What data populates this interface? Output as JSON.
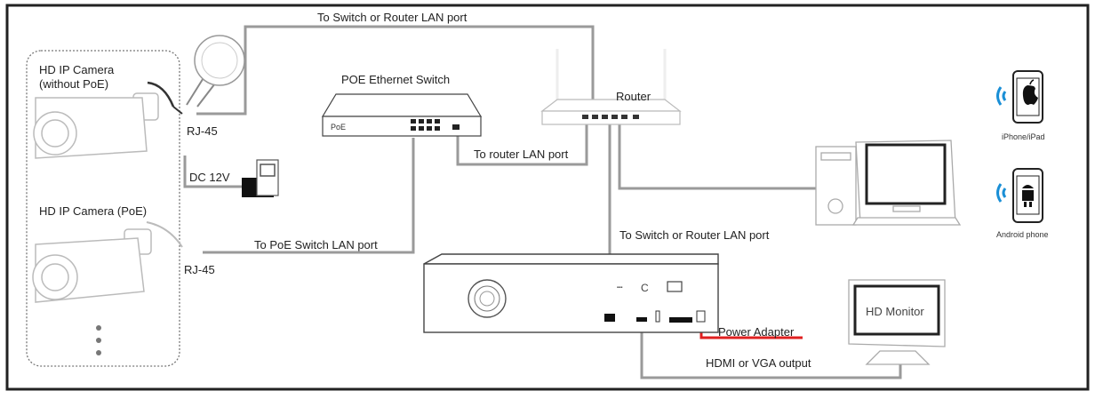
{
  "diagram": {
    "camera_nopoe_label_line1": "HD IP Camera",
    "camera_nopoe_label_line2": "(without PoE)",
    "camera_poe_label": "HD IP Camera (PoE)",
    "rj45_top": "RJ-45",
    "rj45_bottom": "RJ-45",
    "dc12v": "DC 12V",
    "to_switch_router_top": "To Switch or Router LAN port",
    "poe_switch_label": "POE Ethernet Switch",
    "poe_switch_badge": "PoE",
    "router_label": "Router",
    "to_router_lan": "To router LAN port",
    "to_poe_switch_lan": "To PoE Switch LAN port",
    "to_switch_router_mid": "To Switch or Router LAN port",
    "power_adapter": "Power Adapter",
    "hdmi_vga": "HDMI or VGA output",
    "monitor_label": "HD Monitor",
    "iphone_label": "iPhone/iPad",
    "android_label": "Android phone",
    "colors": {
      "cable": "#9a9a9a",
      "power_cable": "#e02020",
      "wifi": "#1a8fd6",
      "frame": "#222222"
    }
  }
}
